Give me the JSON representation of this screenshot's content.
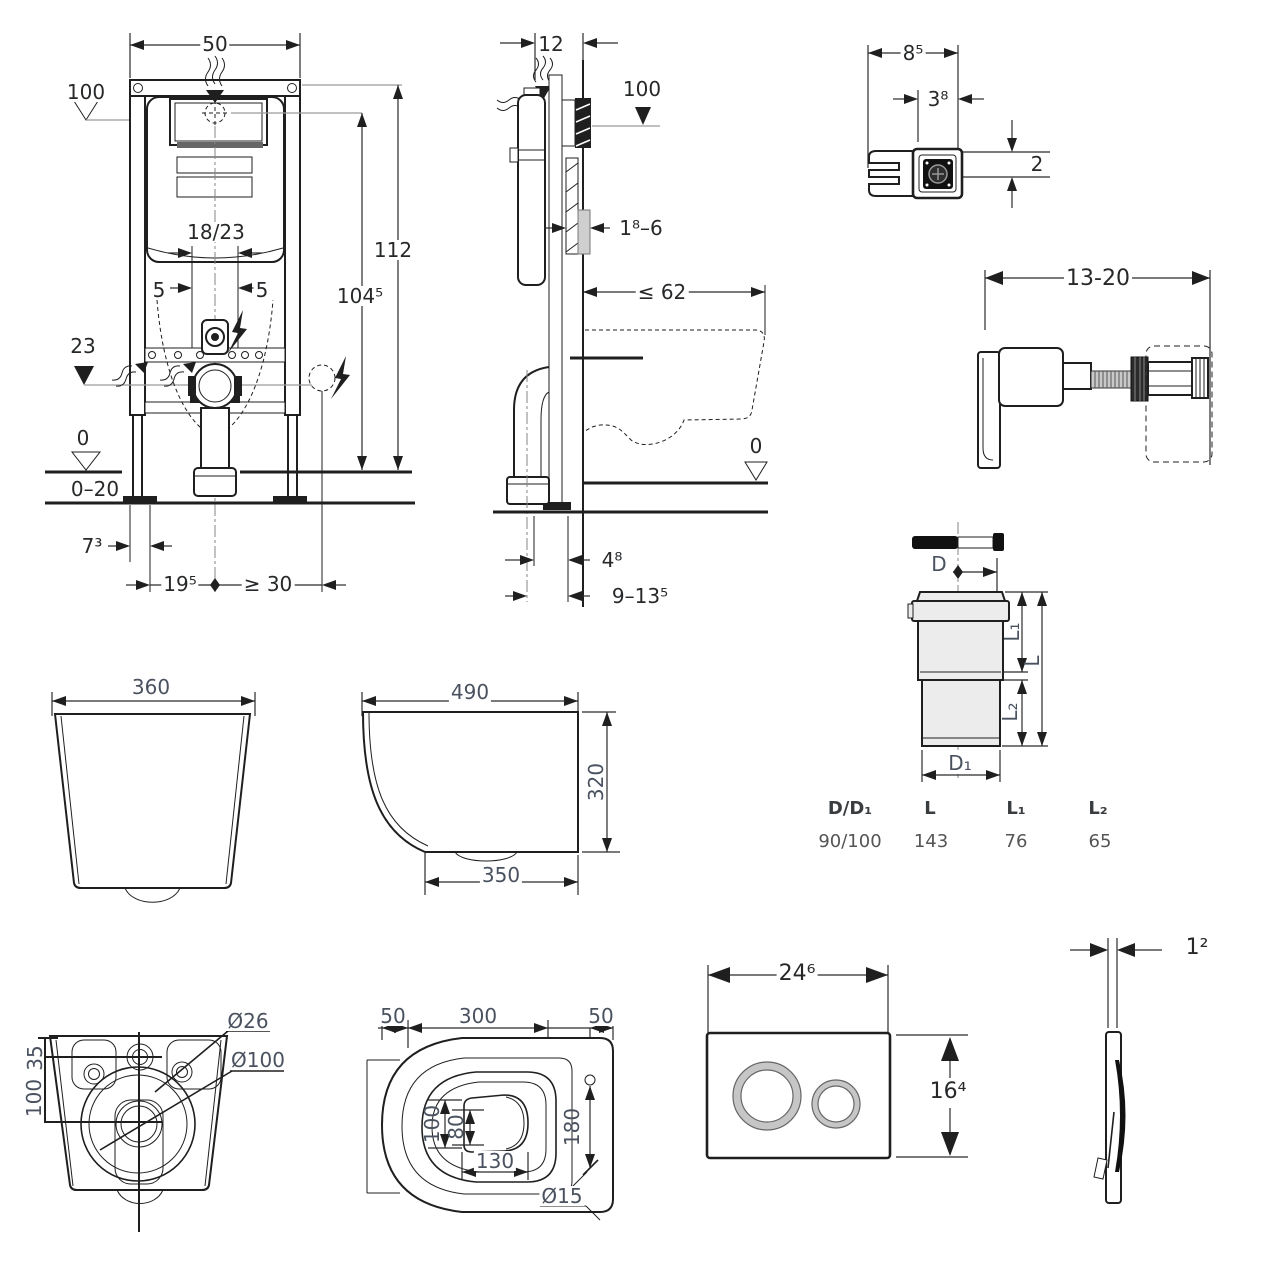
{
  "colors": {
    "line": "#1f1f1f",
    "fill_light": "#ececec",
    "accent_text": "#4a5260"
  },
  "front_view": {
    "width": "50",
    "level_top": "100",
    "height_overall": "112",
    "height_actuator": "104⁵",
    "bolt_spacing": "18/23",
    "offset_left": "5",
    "offset_right": "5",
    "level_drain": "23",
    "level_floor": "0",
    "floor_range": "0–20",
    "dim_foot": "7³",
    "dim_outlet": "19⁵",
    "dim_socket": "≥ 30"
  },
  "side_view": {
    "depth": "12",
    "level_top": "100",
    "wall_thickness": "1⁸–6",
    "max_depth": "≤ 62",
    "level_floor": "0",
    "dim_drain": "4⁸",
    "dim_outlet_range": "9–13⁵"
  },
  "bracket_detail": {
    "width": "8⁵",
    "inner_width": "3⁸",
    "height": "2"
  },
  "valve": {
    "length_range": "13-20"
  },
  "bend": {
    "label_d": "D",
    "label_d1": "D₁",
    "label_l": "L",
    "label_l1": "L₁",
    "label_l2": "L₂",
    "table": {
      "headers": [
        "D/D₁",
        "L",
        "L₁",
        "L₂"
      ],
      "values": [
        "90/100",
        "143",
        "76",
        "65"
      ]
    }
  },
  "bowl_front": {
    "width": "360"
  },
  "bowl_side": {
    "depth": "490",
    "height": "320",
    "bottom_depth": "350"
  },
  "bowl_rear": {
    "hole_small": "Ø26",
    "hole_drain": "Ø100",
    "offset_top": "35",
    "offset_drain": "100"
  },
  "bowl_top": {
    "edge_left": "50",
    "seat_length": "300",
    "edge_right": "50",
    "opening_width": "100",
    "flush_width": "80",
    "flush_length": "130",
    "hole_offset": "180",
    "hole_diameter": "Ø15"
  },
  "flush_plate": {
    "width": "24⁶",
    "height": "16⁴",
    "thickness": "1²"
  }
}
